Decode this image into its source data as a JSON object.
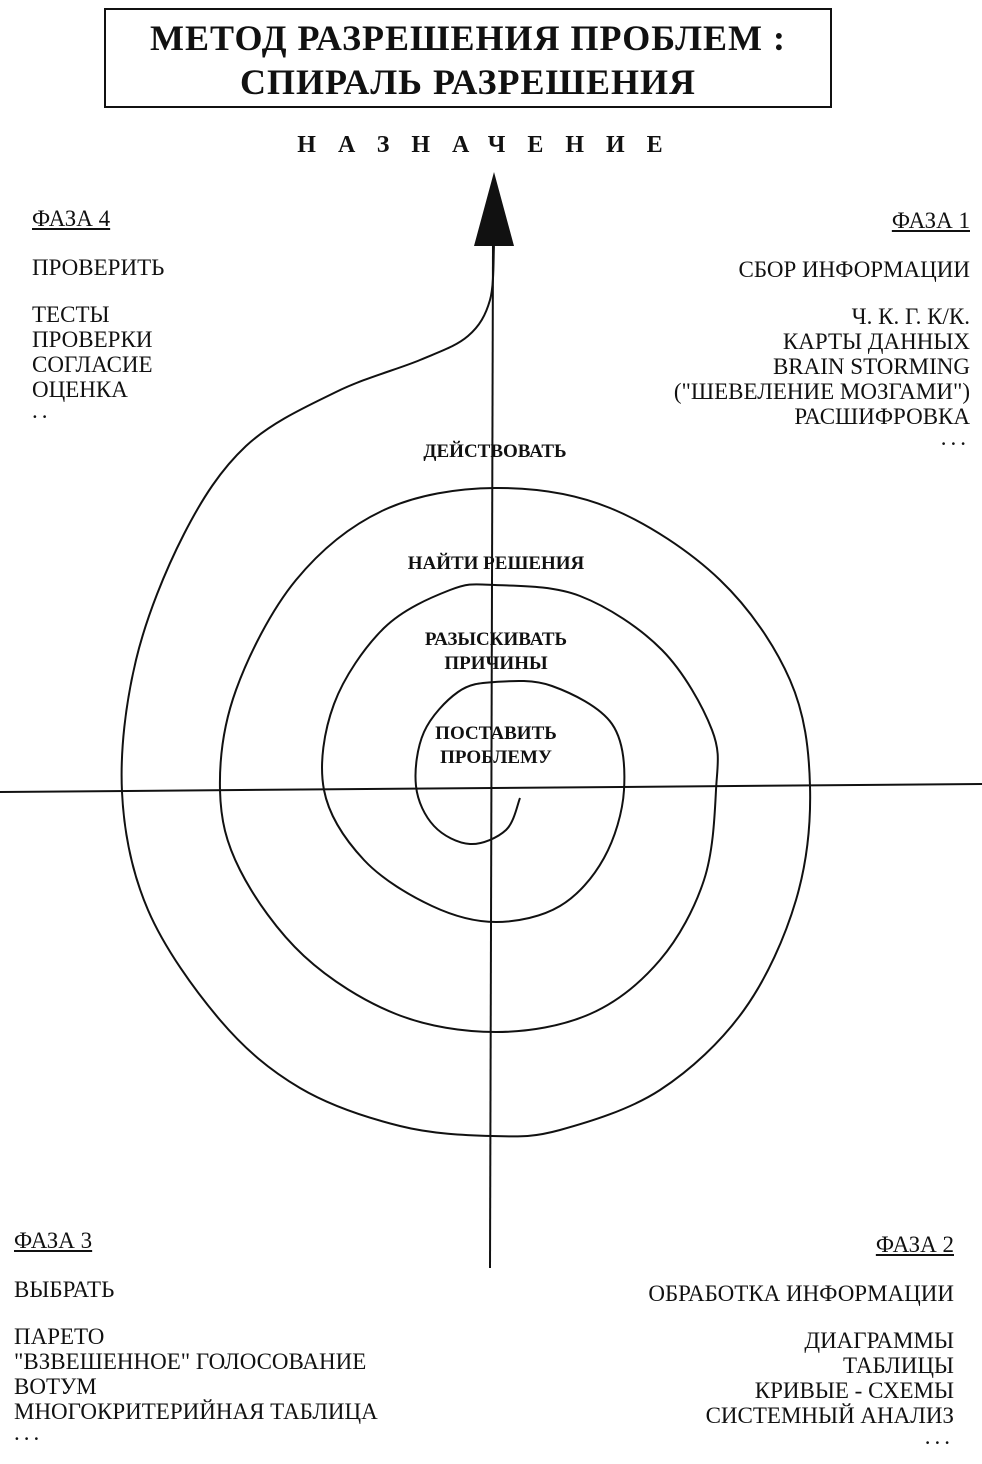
{
  "title": {
    "line1": "МЕТОД РАЗРЕШЕНИЯ ПРОБЛЕМ :",
    "line2": "СПИРАЛЬ РАЗРЕШЕНИЯ"
  },
  "purpose": "НАЗНАЧЕНИЕ",
  "phases": {
    "phase4": {
      "title": "ФАЗА 4",
      "action": "ПРОВЕРИТЬ",
      "items": [
        "ТЕСТЫ",
        "ПРОВЕРКИ",
        "СОГЛАСИЕ",
        "ОЦЕНКА"
      ],
      "ellipsis": ".."
    },
    "phase1": {
      "title": "ФАЗА 1",
      "action": "СБОР ИНФОРМАЦИИ",
      "items": [
        "Ч. К. Г. К/К.",
        "КАРТЫ ДАННЫХ",
        "BRAIN STORMING",
        "(\"ШЕВЕЛЕНИЕ МОЗГАМИ\")",
        "РАСШИФРОВКА"
      ],
      "ellipsis": "..."
    },
    "phase3": {
      "title": "ФАЗА 3",
      "action": "ВЫБРАТЬ",
      "items": [
        "ПАРЕТО",
        "\"ВЗВЕШЕННОЕ\" ГОЛОСОВАНИЕ",
        "ВОТУМ",
        "МНОГОКРИТЕРИЙНАЯ ТАБЛИЦА"
      ],
      "ellipsis": "..."
    },
    "phase2": {
      "title": "ФАЗА 2",
      "action": "ОБРАБОТКА ИНФОРМАЦИИ",
      "items": [
        "ДИАГРАММЫ",
        "ТАБЛИЦЫ",
        "КРИВЫЕ - СХЕМЫ",
        "СИСТЕМНЫЙ АНАЛИЗ"
      ],
      "ellipsis": "..."
    }
  },
  "steps": {
    "act": "ДЕЙСТВОВАТЬ",
    "find_solutions": "НАЙТИ РЕШЕНИЯ",
    "search_causes": "РАЗЫСКИВАТЬ\nПРИЧИНЫ",
    "set_problem": "ПОСТАВИТЬ\nПРОБЛЕМУ"
  },
  "colors": {
    "ink": "#111111",
    "paper": "#ffffff"
  },
  "icons": {
    "arrow": "arrow-up-icon"
  }
}
